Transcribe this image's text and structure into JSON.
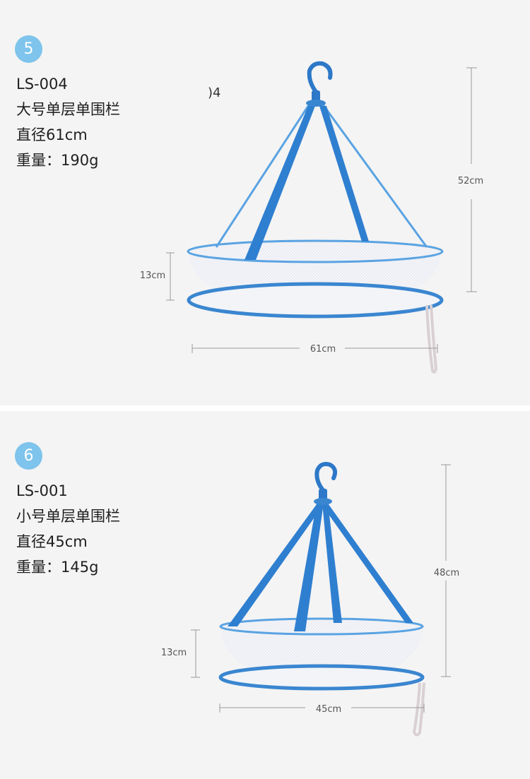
{
  "colors": {
    "badge": "#7ec4ec",
    "frame": "#3a86d0",
    "strap": "#2f7fd0",
    "dimension_line": "#9a9a9a"
  },
  "products": [
    {
      "badge_number": "5",
      "model": "LS-004",
      "name": "大号单层单围栏",
      "diameter": "直径61cm",
      "weight": "重量：190g",
      "height_dim": "52cm",
      "depth_dim": "13cm",
      "width_dim": "61cm",
      "stray_label": ")4"
    },
    {
      "badge_number": "6",
      "model": "LS-001",
      "name": "小号单层单围栏",
      "diameter": "直径45cm",
      "weight": "重量：145g",
      "height_dim": "48cm",
      "depth_dim": "13cm",
      "width_dim": "45cm"
    }
  ]
}
